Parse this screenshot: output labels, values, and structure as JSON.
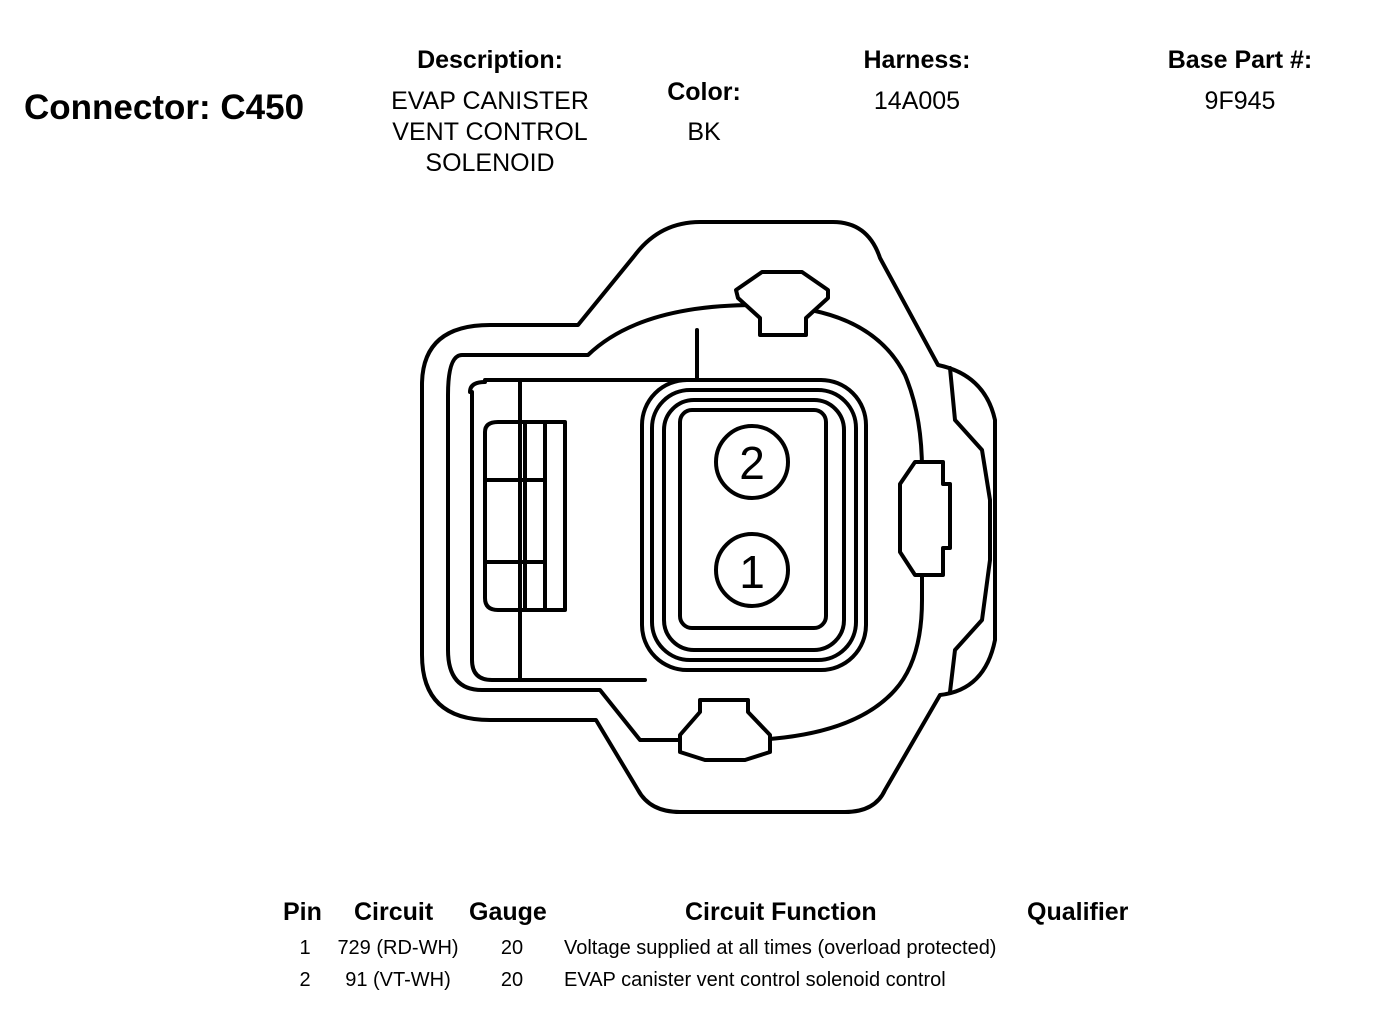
{
  "connector": {
    "title": "Connector: C450"
  },
  "header": {
    "description_label": "Description:",
    "description_lines": [
      "EVAP CANISTER",
      "VENT CONTROL",
      "SOLENOID"
    ],
    "color_label": "Color:",
    "color_value": "BK",
    "harness_label": "Harness:",
    "harness_value": "14A005",
    "base_part_label": "Base Part #:",
    "base_part_value": "9F945"
  },
  "diagram": {
    "pins": [
      "2",
      "1"
    ]
  },
  "table": {
    "headers": {
      "pin": "Pin",
      "circuit": "Circuit",
      "gauge": "Gauge",
      "function": "Circuit Function",
      "qualifier": "Qualifier"
    },
    "rows": [
      {
        "pin": "1",
        "circuit": "729 (RD-WH)",
        "gauge": "20",
        "function": "Voltage supplied at all times (overload protected)",
        "qualifier": ""
      },
      {
        "pin": "2",
        "circuit": "91 (VT-WH)",
        "gauge": "20",
        "function": "EVAP canister vent control solenoid control",
        "qualifier": ""
      }
    ]
  }
}
